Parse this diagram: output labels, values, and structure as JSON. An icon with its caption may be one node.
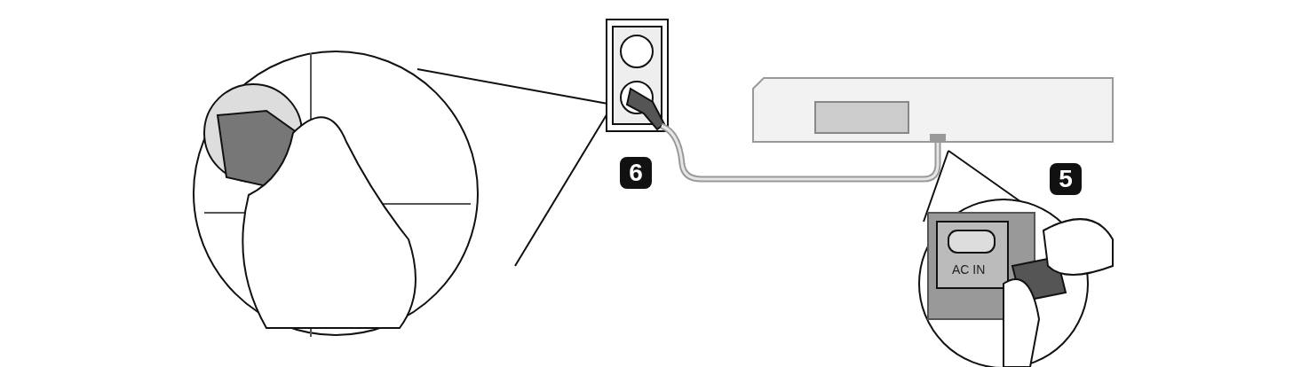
{
  "diagram": {
    "labels": [
      "6",
      "5",
      "AC IN"
    ]
  }
}
